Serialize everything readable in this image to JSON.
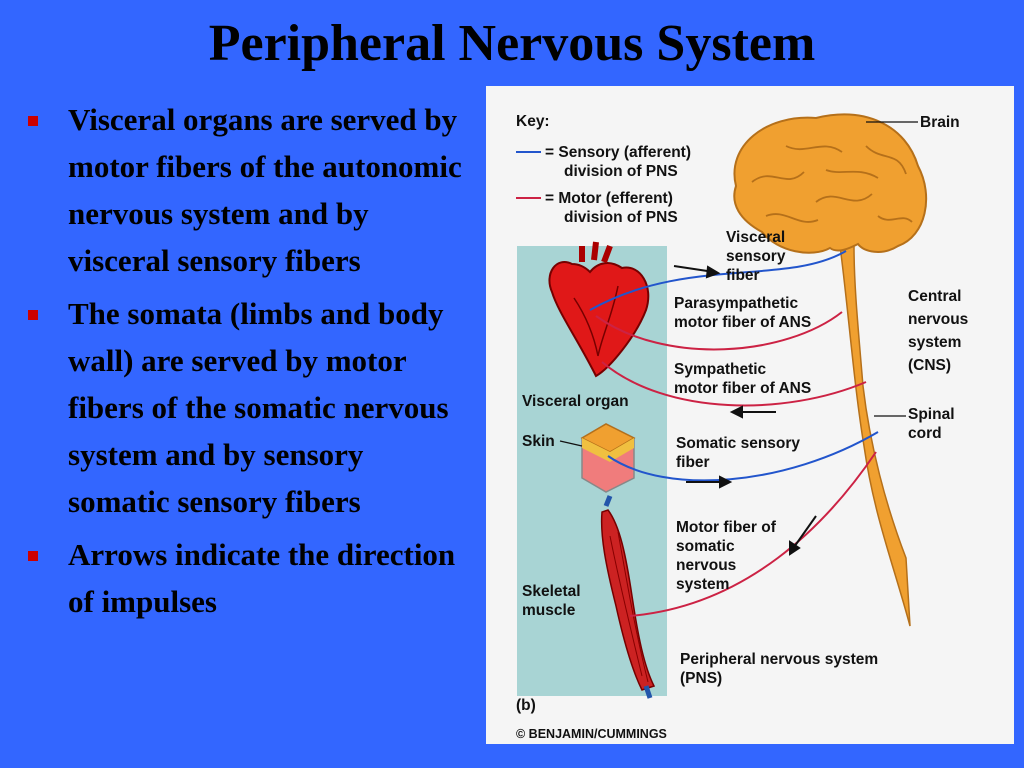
{
  "slide": {
    "title": "Peripheral Nervous System",
    "bullets": [
      "Visceral organs are served by motor fibers of the autonomic nervous system and by visceral sensory fibers",
      "The somata (limbs and body wall) are served by motor fibers of the somatic nervous system and by sensory somatic sensory fibers",
      "Arrows indicate the direction of impulses"
    ]
  },
  "figure": {
    "key": {
      "title": "Key:",
      "sensory_line1": "= Sensory (afferent)",
      "sensory_line2": "division of PNS",
      "motor_line1": "= Motor (efferent)",
      "motor_line2": "division of PNS"
    },
    "labels": {
      "brain": "Brain",
      "visceral_sensory": [
        "Visceral",
        "sensory",
        "fiber"
      ],
      "parasympathetic": [
        "Parasympathetic",
        "motor fiber of ANS"
      ],
      "sympathetic": [
        "Sympathetic",
        "motor fiber of ANS"
      ],
      "visceral_organ": "Visceral organ",
      "skin": "Skin",
      "somatic_sensory": [
        "Somatic sensory",
        "fiber"
      ],
      "motor_somatic": [
        "Motor fiber of",
        "somatic",
        "nervous",
        "system"
      ],
      "skeletal_muscle": [
        "Skeletal",
        "muscle"
      ],
      "cns": [
        "Central",
        "nervous",
        "system",
        "(CNS)"
      ],
      "spinal_cord": [
        "Spinal",
        "cord"
      ],
      "pns": [
        "Peripheral nervous system",
        "(PNS)"
      ],
      "panel": "(b)",
      "copyright": "© BENJAMIN/CUMMINGS"
    },
    "colors": {
      "sensory": "#2255cc",
      "motor": "#cc2244",
      "brain": "#f0a030",
      "cord": "#f0a030",
      "panel_bg": "#a8d4d4"
    }
  }
}
